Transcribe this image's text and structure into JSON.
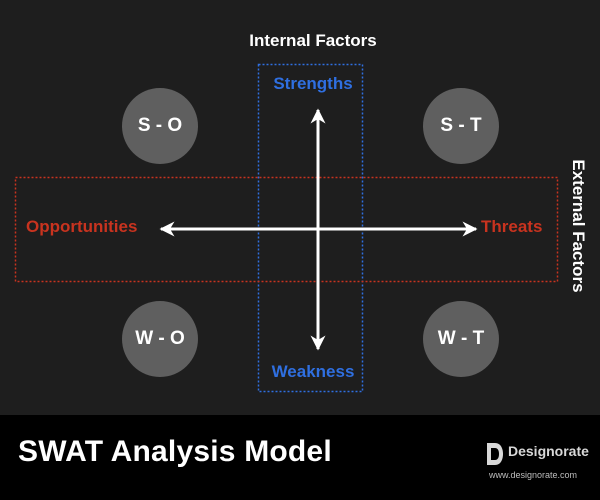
{
  "diagram": {
    "internal_label": "Internal Factors",
    "external_label": "External Factors",
    "axes": {
      "top": "Strengths",
      "bottom": "Weakness",
      "left": "Opportunities",
      "right": "Threats"
    },
    "quadrants": {
      "top_left": "S - O",
      "top_right": "S - T",
      "bottom_left": "W - O",
      "bottom_right": "W - T"
    }
  },
  "footer": {
    "title": "SWAT Analysis Model",
    "brand_name": "Designorate",
    "brand_url": "www.designorate.com"
  },
  "colors": {
    "background": "#1e1e1e",
    "footer": "#000000",
    "internal_accent": "#2f6fe0",
    "external_accent": "#c8331f",
    "circle": "#5f5f5f",
    "text": "#ffffff"
  }
}
